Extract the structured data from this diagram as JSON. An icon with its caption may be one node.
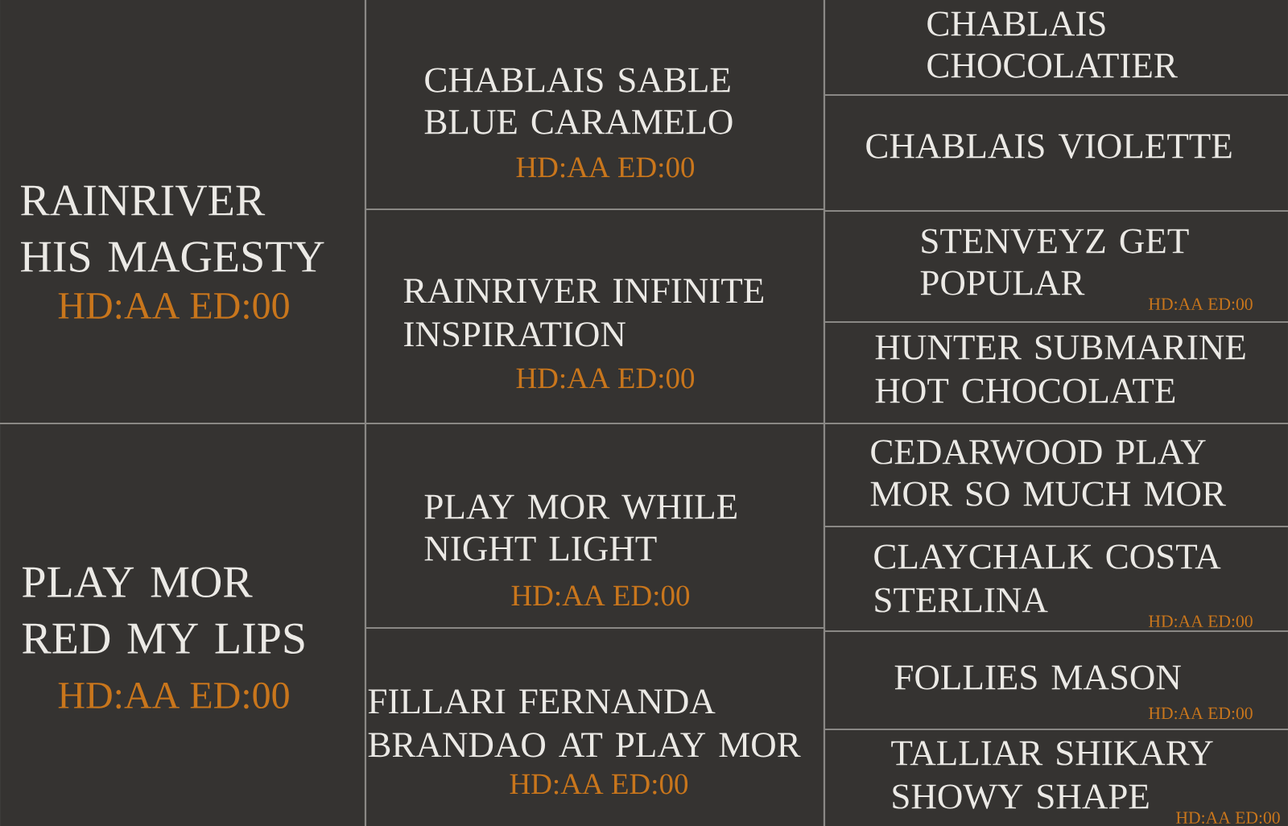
{
  "diagram": {
    "nodes": [
      {
        "text": [
          "RAINRIVER HIS MAGESTY",
          "HD:AA ED:00"
        ]
      },
      {
        "text": [
          "CHABLAIS SABLE BLUE CARAMELO",
          "HD:AA ED:00"
        ]
      },
      {
        "text": [
          "CHABLAIS CHOCOLATIER"
        ]
      },
      {
        "text": [
          "CHABLAIS VIOLETTE"
        ]
      },
      {
        "text": [
          "RAINRIVER INFINITE INSPIRATION",
          "HD:AA ED:00"
        ]
      },
      {
        "text": [
          "STENVEYZ GET POPULAR",
          "HD:AA ED:00"
        ]
      },
      {
        "text": [
          "HUNTER SUBMARINE HOT CHOCOLATE"
        ]
      },
      {
        "text": [
          "PLAY MOR RED MY LIPS",
          "HD:AA ED:00"
        ]
      },
      {
        "text": [
          "PLAY MOR WHILE NIGHT LIGHT",
          "HD:AA ED:00"
        ]
      },
      {
        "text": [
          "CEDARWOOD PLAY MOR SO MUCH MOR"
        ]
      },
      {
        "text": [
          "CLAYCHALK COSTA STERLINA",
          "HD:AA ED:00"
        ]
      },
      {
        "text": [
          "FILLARI FERNANDA BRANDAO AT PLAY MOR",
          "HD:AA ED:00"
        ]
      },
      {
        "text": [
          "FOLLIES MASON",
          "HD:AA ED:00"
        ]
      },
      {
        "text": [
          "TALLIAR SHIKARY SHOWY SHAPE",
          "HD:AA ED:00"
        ]
      }
    ]
  }
}
